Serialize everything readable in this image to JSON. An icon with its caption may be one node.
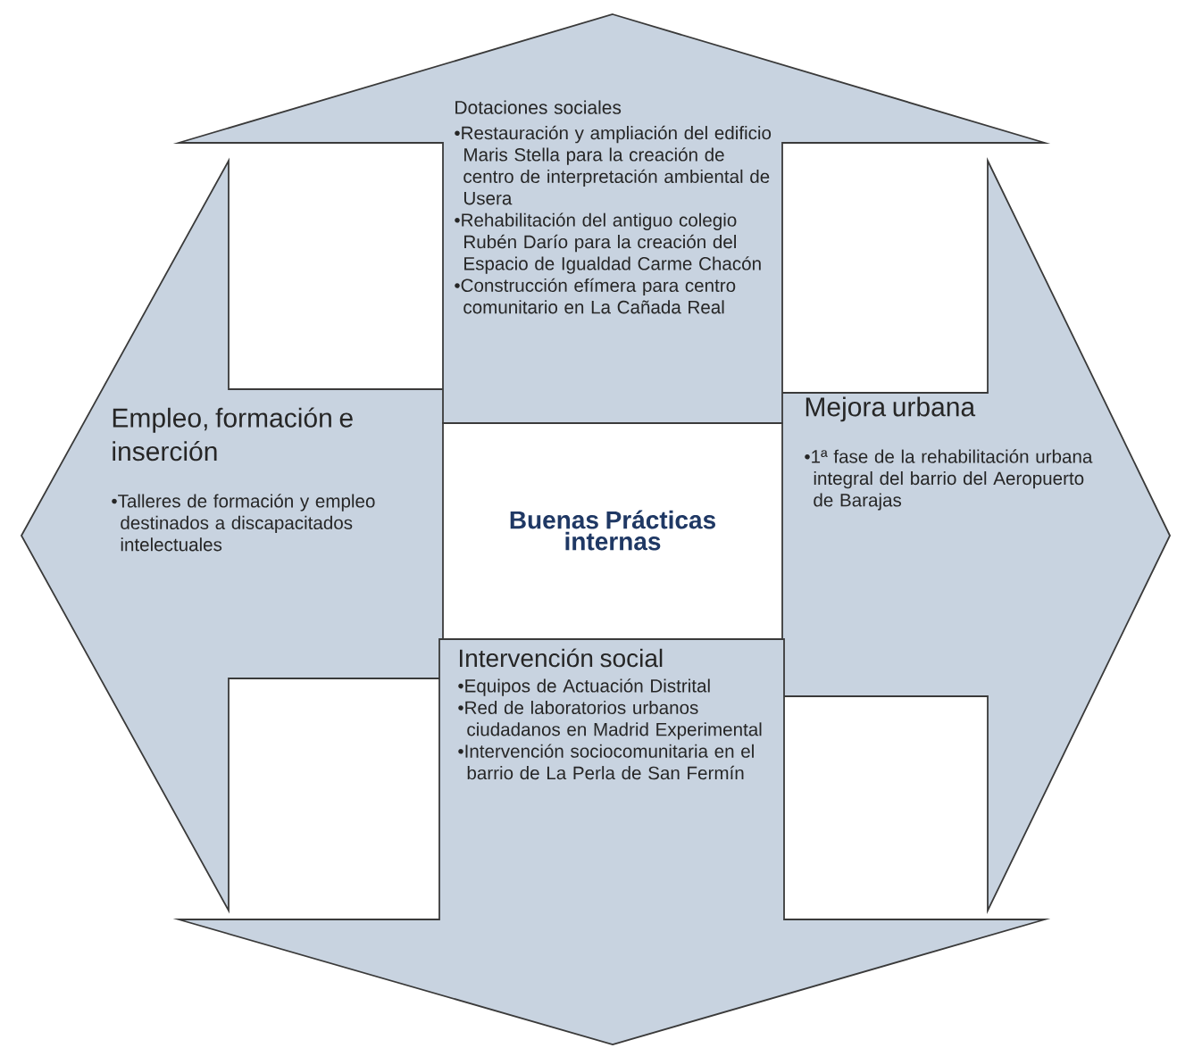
{
  "diagram": {
    "nodes": [
      {
        "text": [
          "Dotaciones sociales",
          "•Restauración y ampliación del edificio Maris Stella para la creación de centro de interpretación ambiental de Usera",
          "•Rehabilitación del antiguo colegio Rubén Darío para la creación del Espacio de Igualdad Carme Chacón",
          "•Construcción efímera para centro comunitario en La Cañada Real"
        ]
      },
      {
        "text": [
          "Empleo, formación e inserción",
          "•Talleres de formación y empleo destinados a discapacitados intelectuales"
        ]
      },
      {
        "text": [
          "Buenas Prácticas internas"
        ]
      },
      {
        "text": [
          "Mejora urbana",
          "•1ª fase de la rehabilitación urbana integral del barrio del Aeropuerto de Barajas"
        ]
      },
      {
        "text": [
          "Intervención social",
          "•Equipos de Actuación Distrital",
          "•Red de laboratorios urbanos ciudadanos en Madrid Experimental",
          "•Intervención sociocomunitaria en el barrio de La Perla de San Fermín"
        ]
      }
    ]
  }
}
